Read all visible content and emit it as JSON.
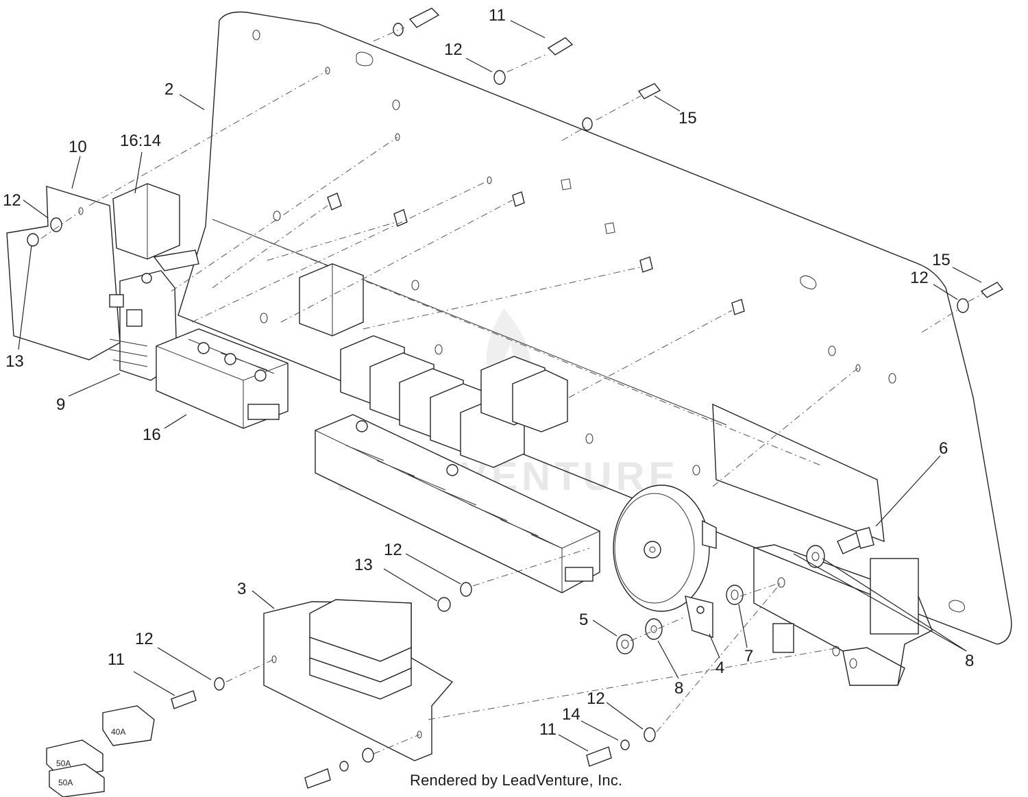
{
  "footer": {
    "credit": "Rendered by LeadVenture, Inc."
  },
  "watermark": {
    "text": "LEADVENTURE"
  },
  "fuses": {
    "f40": "40A",
    "f50a": "50A",
    "f50b": "50A"
  },
  "callouts": [
    {
      "id": "c11a",
      "text": "11"
    },
    {
      "id": "c12a",
      "text": "12"
    },
    {
      "id": "c15a",
      "text": "15"
    },
    {
      "id": "c2",
      "text": "2"
    },
    {
      "id": "c10",
      "text": "10"
    },
    {
      "id": "c1614",
      "text": "16:14"
    },
    {
      "id": "c12b",
      "text": "12"
    },
    {
      "id": "c13a",
      "text": "13"
    },
    {
      "id": "c9",
      "text": "9"
    },
    {
      "id": "c16",
      "text": "16"
    },
    {
      "id": "c15b",
      "text": "15"
    },
    {
      "id": "c12c",
      "text": "12"
    },
    {
      "id": "c6",
      "text": "6"
    },
    {
      "id": "c12d",
      "text": "12"
    },
    {
      "id": "c13b",
      "text": "13"
    },
    {
      "id": "c3",
      "text": "3"
    },
    {
      "id": "c5",
      "text": "5"
    },
    {
      "id": "c7",
      "text": "7"
    },
    {
      "id": "c8a",
      "text": "8"
    },
    {
      "id": "c4",
      "text": "4"
    },
    {
      "id": "c8b",
      "text": "8"
    },
    {
      "id": "c12e",
      "text": "12"
    },
    {
      "id": "c11b",
      "text": "11"
    },
    {
      "id": "c12f",
      "text": "12"
    },
    {
      "id": "c14",
      "text": "14"
    },
    {
      "id": "c11c",
      "text": "11"
    }
  ]
}
